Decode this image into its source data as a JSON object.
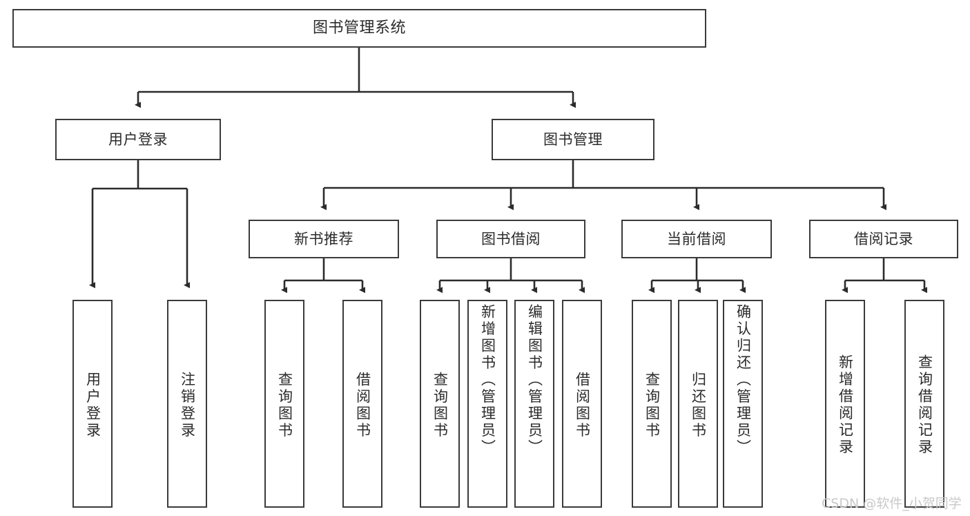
{
  "diagram": {
    "title": "图书管理系统",
    "type": "tree-hierarchy-chart",
    "colors": {
      "border": "#3a3a3a",
      "text": "#2b2b2b",
      "background": "#ffffff",
      "edge": "#2b2b2b",
      "watermark": "#c9c9c9"
    },
    "root": {
      "label": "图书管理系统"
    },
    "level2": {
      "user_login": {
        "label": "用户登录"
      },
      "book_mgmt": {
        "label": "图书管理"
      }
    },
    "level3": {
      "new_book_rec": {
        "label": "新书推荐"
      },
      "book_borrow": {
        "label": "图书借阅"
      },
      "current_borrow": {
        "label": "当前借阅"
      },
      "borrow_record": {
        "label": "借阅记录"
      }
    },
    "leaves": {
      "user_login": [
        {
          "label": "用户登录"
        },
        {
          "label": "注销登录"
        }
      ],
      "new_book_rec": [
        {
          "label": "查询图书"
        },
        {
          "label": "借阅图书"
        }
      ],
      "book_borrow": [
        {
          "label": "查询图书"
        },
        {
          "label": "新增图书（管理员）"
        },
        {
          "label": "编辑图书（管理员）"
        },
        {
          "label": "借阅图书"
        }
      ],
      "current_borrow": [
        {
          "label": "查询图书"
        },
        {
          "label": "归还图书"
        },
        {
          "label": "确认归还（管理员）"
        }
      ],
      "borrow_record": [
        {
          "label": "新增借阅记录"
        },
        {
          "label": "查询借阅记录"
        }
      ]
    },
    "watermark": {
      "text": "CSDN @软件_小贺同学"
    }
  }
}
